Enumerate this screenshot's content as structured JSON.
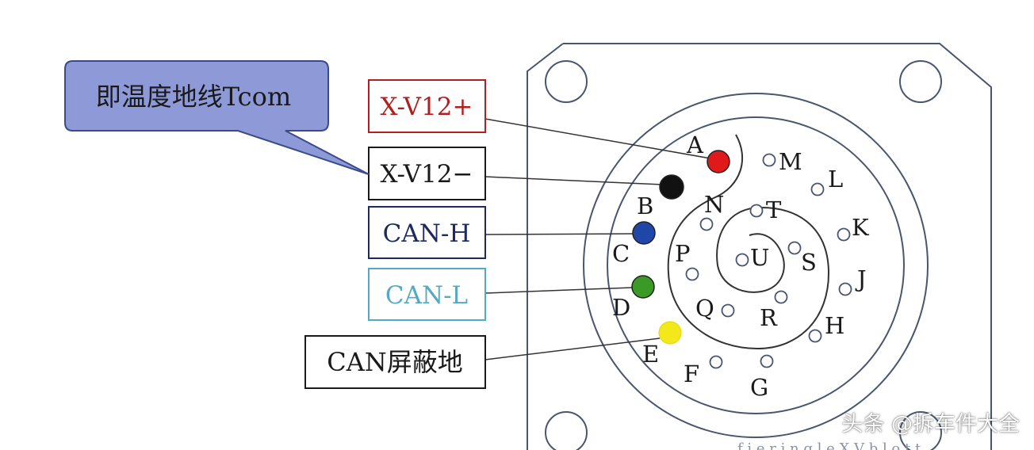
{
  "callout": {
    "text": "即温度地线Tcom"
  },
  "labels": {
    "x_v12_plus": "X-V12+",
    "x_v12_minus": "X-V12−",
    "can_h": "CAN-H",
    "can_l": "CAN-L",
    "can_shield": "CAN屏蔽地"
  },
  "pins": {
    "A": "A",
    "B": "B",
    "C": "C",
    "D": "D",
    "E": "E",
    "F": "F",
    "G": "G",
    "H": "H",
    "J": "J",
    "K": "K",
    "L": "L",
    "M": "M",
    "N": "N",
    "P": "P",
    "Q": "Q",
    "R": "R",
    "S": "S",
    "T": "T",
    "U": "U"
  },
  "colors": {
    "red": "#e01a1a",
    "black": "#111111",
    "blue": "#1f47a8",
    "green": "#3a9a25",
    "yellow": "#f2e81a",
    "callout_fill": "#8e9ad8",
    "can_l_text": "#56a9c4",
    "x_v12_plus_text": "#b02020"
  },
  "watermark": "头条 @拆车件大全",
  "bottom_fragment": "f  i  e  r  i  n  g  l  e  X  V  b  l  o  t  t"
}
